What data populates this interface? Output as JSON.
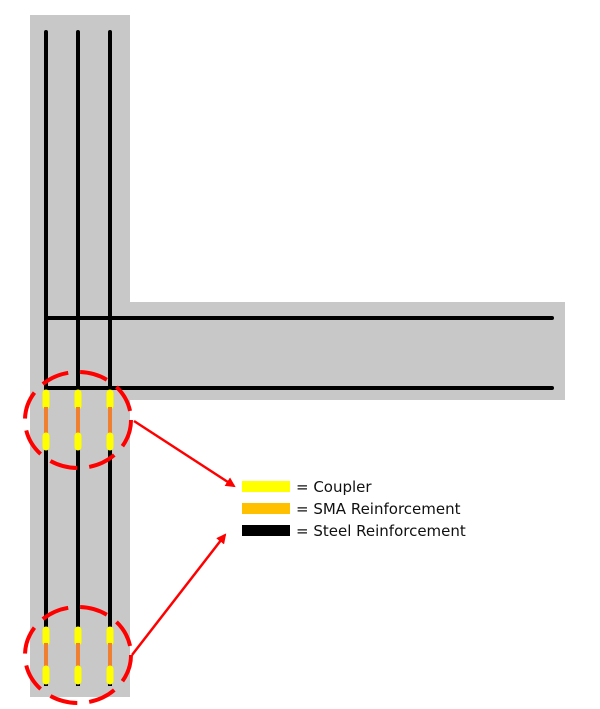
{
  "legend": [
    {
      "label": "= Coupler",
      "color": "#ffff00"
    },
    {
      "label": "= SMA Reinforcement",
      "color": "#ffc000"
    },
    {
      "label": "= Steel Reinforcement",
      "color": "#000000"
    }
  ],
  "colors": {
    "concrete": "#c8c8c8",
    "steel": "#000000",
    "coupler": "#ffff00",
    "sma": "#f08030",
    "highlight": "#ff0000"
  }
}
